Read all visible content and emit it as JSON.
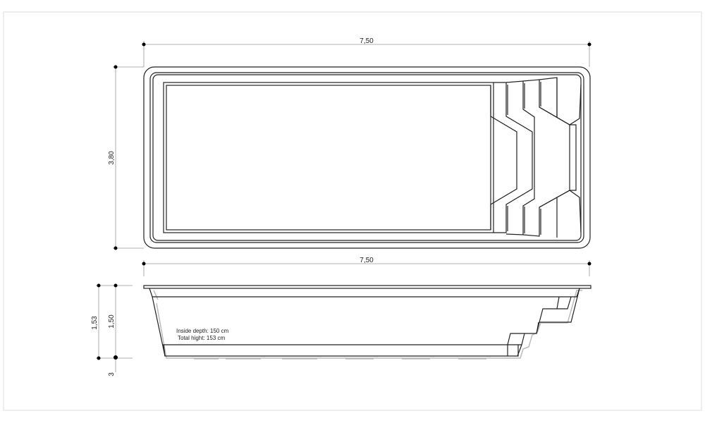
{
  "plan_view": {
    "length_label": "7,50",
    "width_label": "3,80"
  },
  "section_view": {
    "length_label": "7,50",
    "total_height_label": "1,53",
    "inside_depth_label": "1,50",
    "rim_label": "3",
    "note_depth": "Inside depth: 150 cm",
    "note_height": "Total hight:   153 cm"
  },
  "colors": {
    "line": "#222222",
    "shadow": "#bbbbbb",
    "frame": "#dddddd"
  }
}
